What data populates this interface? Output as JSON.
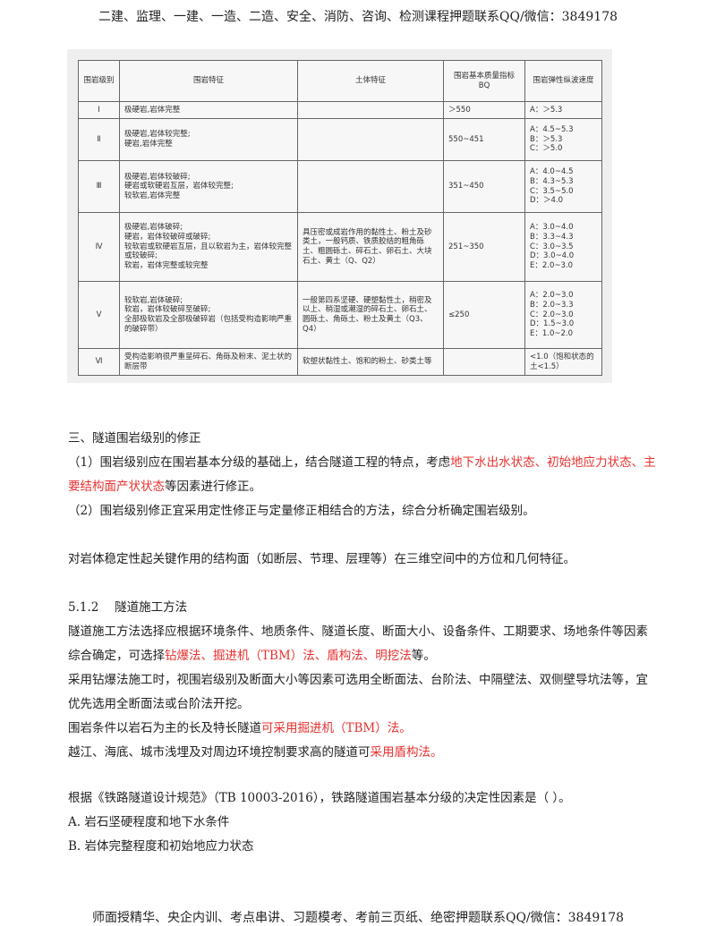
{
  "header": "二建、监理、一建、一造、二造、安全、消防、咨询、检测课程押题联系QQ/微信：3849178",
  "footer": "师面授精华、央企内训、考点串讲、习题模考、考前三页纸、绝密押题联系QQ/微信：3849178",
  "table": {
    "headers": [
      "围岩级别",
      "围岩特征",
      "土体特征",
      "围岩基本质量指标BQ",
      "围岩弹性纵波速度"
    ],
    "rows": [
      {
        "grade": "Ⅰ",
        "rock": [
          "极硬岩,岩体完整"
        ],
        "soil": [],
        "bq": "＞550",
        "wave": [
          "A：＞5.3"
        ]
      },
      {
        "grade": "Ⅱ",
        "rock": [
          "极硬岩,岩体较完整;",
          "硬岩,岩体完整"
        ],
        "soil": [],
        "bq": "550~451",
        "wave": [
          "A：4.5~5.3",
          "B：＞5.3",
          "C：＞5.0"
        ]
      },
      {
        "grade": "Ⅲ",
        "rock": [
          "极硬岩,岩体较破碎;",
          "硬岩或软硬岩互层，岩体较完整;",
          "较软岩,岩体完整"
        ],
        "soil": [],
        "bq": "351~450",
        "wave": [
          "A：4.0~4.5",
          "B：4.3~5.3",
          "C：3.5~5.0",
          "D：＞4.0"
        ]
      },
      {
        "grade": "Ⅳ",
        "rock": [
          "极硬岩,岩体破碎;",
          "硬岩，岩体较破碎或破碎;",
          "较软岩或软硬岩互层，且以软岩为主，岩体较完整或较破碎;",
          "软岩，岩体完整或较完整"
        ],
        "soil": [
          "具压密或成岩作用的黏性土、粉土及砂类土，一般钙质、铁质胶结的粗角砾土、粗圆砾土、碎石土、卵石土、大块石土、黄土（Q、Q2）"
        ],
        "bq": "251~350",
        "wave": [
          "A：3.0~4.0",
          "B：3.3~4.3",
          "C：3.0~3.5",
          "D：3.0~4.0",
          "E：2.0~3.0"
        ]
      },
      {
        "grade": "Ⅴ",
        "rock": [
          "较软岩,岩体破碎;",
          "软岩，岩体较破碎至破碎;",
          "全部极软岩及全部极破碎岩（包括受构造影响严重的破碎带）"
        ],
        "soil": [
          "一般第四系坚硬、硬塑黏性土，稍密及以上、稍湿或潮湿的碎石土、卵石土、圆砾土、角砾土、粉土及黄土（Q3、Q4）"
        ],
        "bq": "≤250",
        "wave": [
          "A：2.0~3.0",
          "B：2.0~3.3",
          "C：2.0~3.0",
          "D：1.5~3.0",
          "E：1.0~2.0"
        ]
      },
      {
        "grade": "Ⅵ",
        "rock": [
          "受构造影响很严重呈碎石、角砾及粉末、泥土状的断层带"
        ],
        "soil": [
          "软塑状黏性土、饱和的粉土、砂类土等"
        ],
        "bq": "",
        "wave": [
          "<1.0（饱和状态的土<1.5）"
        ]
      }
    ]
  },
  "content": {
    "sec3_title": "三、隧道围岩级别的修正",
    "p1_a": "（1）围岩级别应在围岩基本分级的基础上，结合隧道工程的特点，考虑",
    "p1_red1": "地下水出水状态、初始地应力状态、主",
    "p1_red2": "要结构面产状状态",
    "p1_b": "等因素进行修正。",
    "p2": "（2）围岩级别修正宜采用定性修正与定量修正相结合的方法，综合分析确定围岩级别。",
    "p3": "对岩体稳定性起关键作用的结构面（如断层、节理、层理等）在三维空间中的方位和几何特征。",
    "sec512": "5.1.2　 隧道施工方法",
    "p4_a": "隧道施工方法选择应根据环境条件、地质条件、隧道长度、断面大小、设备条件、工期要求、场地条件等因素",
    "p4_b": "综合确定，可选择",
    "p4_red": "钻爆法、掘进机（TBM）法、盾构法、明挖法",
    "p4_c": "等。",
    "p5_a": "采用钻爆法施工时，视围岩级别及断面大小等因素可选用全断面法、台阶法、中隔壁法、双侧壁导坑法等，宜",
    "p5_b": "优先选用全断面法或台阶法开挖。",
    "p6_a": "围岩条件以岩石为主的长及特长隧道",
    "p6_red": "可采用掘进机（TBM）法。",
    "p7_a": "越江、海底、城市浅埋及对周边环境控制要求高的隧道可",
    "p7_red": "采用盾构法。",
    "q": "根据《铁路隧道设计规范》（TB 10003-2016），铁路隧道围岩基本分级的决定性因素是（ ）。",
    "optA": "A.  岩石坚硬程度和地下水条件",
    "optB": "B.  岩体完整程度和初始地应力状态"
  },
  "colors": {
    "highlight": "#e8312f"
  }
}
